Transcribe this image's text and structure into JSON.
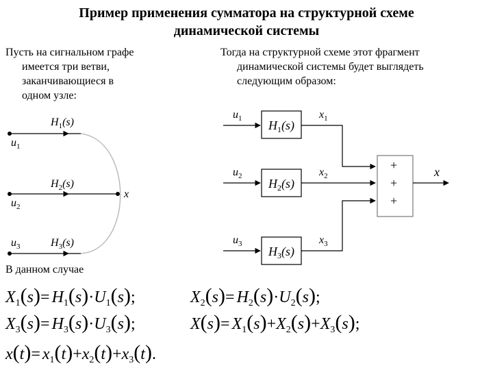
{
  "title": {
    "line1": "Пример применения сумматора на структурной схеме",
    "line2": "динамической системы"
  },
  "left_text": {
    "line1": "Пусть на сигнальном графе",
    "line2": "имеется три ветви,",
    "line3": "заканчивающиеся в",
    "line4": "одном узле:"
  },
  "right_text": {
    "line1": "Тогда на структурной схеме этот фрагмент",
    "line2": "динамической системы будет выглядеть",
    "line3": "следующим образом:"
  },
  "graph": {
    "u1": "u",
    "u1_sub": "1",
    "H1": "H",
    "H1_sub": "1",
    "H1_arg": "(s)",
    "u2": "u",
    "u2_sub": "2",
    "H2": "H",
    "H2_sub": "2",
    "H2_arg": "(s)",
    "u3": "u",
    "u3_sub": "3",
    "H3": "H",
    "H3_sub": "3",
    "H3_arg": "(s)",
    "x": "x"
  },
  "block_diagram": {
    "in1": "u",
    "in1_sub": "1",
    "out1": "x",
    "out1_sub": "1",
    "blk1": "H",
    "blk1_sub": "1",
    "blk1_arg": "(s)",
    "in2": "u",
    "in2_sub": "2",
    "out2": "x",
    "out2_sub": "2",
    "blk2": "H",
    "blk2_sub": "2",
    "blk2_arg": "(s)",
    "in3": "u",
    "in3_sub": "3",
    "out3": "x",
    "out3_sub": "3",
    "blk3": "H",
    "blk3_sub": "3",
    "blk3_arg": "(s)",
    "sum_signs": [
      "+",
      "+",
      "+"
    ],
    "output": "x"
  },
  "case_label": "В данном случае",
  "equations": {
    "eq1": {
      "lhs": "X",
      "lhs_sub": "1",
      "arg": "s",
      "eq": "=",
      "h": "H",
      "h_sub": "1",
      "dot": "·",
      "u": "U",
      "u_sub": "1",
      "end": ";"
    },
    "eq2": {
      "lhs": "X",
      "lhs_sub": "2",
      "arg": "s",
      "eq": "=",
      "h": "H",
      "h_sub": "2",
      "dot": "·",
      "u": "U",
      "u_sub": "2",
      "end": ";"
    },
    "eq3": {
      "lhs": "X",
      "lhs_sub": "3",
      "arg": "s",
      "eq": "=",
      "h": "H",
      "h_sub": "3",
      "dot": "·",
      "u": "U",
      "u_sub": "3",
      "end": ";"
    },
    "eq4": {
      "lhs": "X",
      "arg": "s",
      "eq": "=",
      "t1": "X",
      "t1_sub": "1",
      "t2": "X",
      "t2_sub": "2",
      "t3": "X",
      "t3_sub": "3",
      "plus": "+",
      "end": ";"
    },
    "eq5": {
      "lhs": "x",
      "arg": "t",
      "eq": "=",
      "t1": "x",
      "t1_sub": "1",
      "t2": "x",
      "t2_sub": "2",
      "t3": "x",
      "t3_sub": "3",
      "plus": "+",
      "end": "."
    }
  }
}
